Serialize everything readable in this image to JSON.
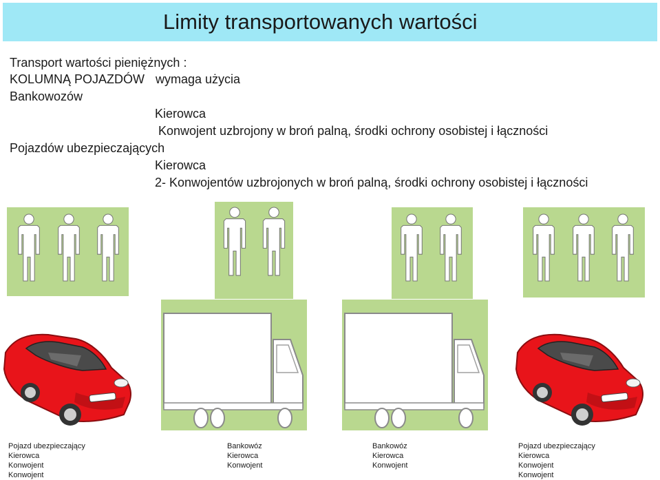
{
  "title": "Limity transportowanych wartości",
  "body": {
    "line1": "Transport wartości pieniężnych :",
    "line2a": "KOLUMNĄ POJAZDÓW",
    "line2b": "wymaga użycia",
    "line3": "Bankowozów",
    "line4": "Kierowca",
    "line5": "Konwojent uzbrojony  w broń palną, środki ochrony osobistej i łączności",
    "line6": "Pojazdów ubezpieczających",
    "line7": "Kierowca",
    "line8": "2-  Konwojentów uzbrojonych  w broń palną, środki ochrony osobistej i łączności"
  },
  "captions": [
    {
      "type": "Pojazd ubezpieczający",
      "roles": [
        "Kierowca",
        "Konwojent",
        "Konwojent"
      ]
    },
    {
      "type": "Bankowóz",
      "roles": [
        "Kierowca",
        "Konwojent"
      ]
    },
    {
      "type": "Bankowóz",
      "roles": [
        "Kierowca",
        "Konwojent"
      ]
    },
    {
      "type": "Pojazd ubezpieczający",
      "roles": [
        "Kierowca",
        "Konwojent",
        "Konwojent"
      ]
    }
  ],
  "colors": {
    "title_bar": "#9fe8f6",
    "panel_green": "#b9d88f",
    "car_red": "#e8141a",
    "person_fill": "#ffffff"
  },
  "icons": [
    "person-icon",
    "truck-icon",
    "car-icon"
  ]
}
